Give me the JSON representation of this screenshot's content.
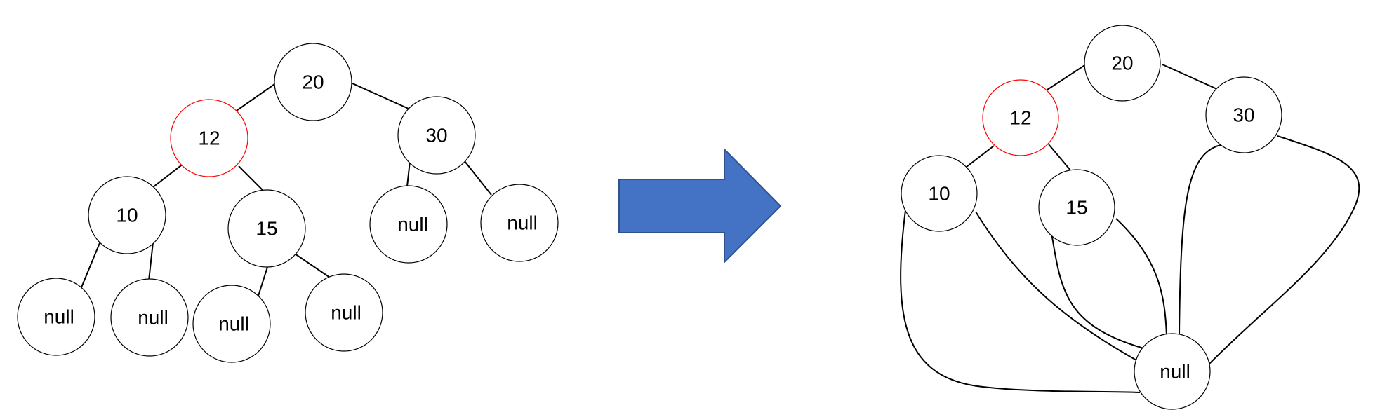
{
  "colors": {
    "node_stroke": "#000000",
    "highlight_stroke": "#ff0000",
    "arrow_fill": "#4472c4",
    "arrow_stroke": "#2f528f"
  },
  "left_tree": {
    "nodes": [
      {
        "id": "L20",
        "label": "20"
      },
      {
        "id": "L12",
        "label": "12",
        "highlighted": true
      },
      {
        "id": "L30",
        "label": "30"
      },
      {
        "id": "L10",
        "label": "10"
      },
      {
        "id": "L15",
        "label": "15"
      },
      {
        "id": "Lnull30a",
        "label": "null"
      },
      {
        "id": "Lnull30b",
        "label": "null"
      },
      {
        "id": "Lnull10a",
        "label": "null"
      },
      {
        "id": "Lnull10b",
        "label": "null"
      },
      {
        "id": "Lnull15a",
        "label": "null"
      },
      {
        "id": "Lnull15b",
        "label": "null"
      }
    ]
  },
  "right_tree": {
    "nodes": [
      {
        "id": "R20",
        "label": "20"
      },
      {
        "id": "R12",
        "label": "12",
        "highlighted": true
      },
      {
        "id": "R30",
        "label": "30"
      },
      {
        "id": "R10",
        "label": "10"
      },
      {
        "id": "R15",
        "label": "15"
      },
      {
        "id": "Rnull",
        "label": "null"
      }
    ]
  },
  "arrow": {
    "icon": "right-arrow-icon",
    "direction": "right"
  }
}
